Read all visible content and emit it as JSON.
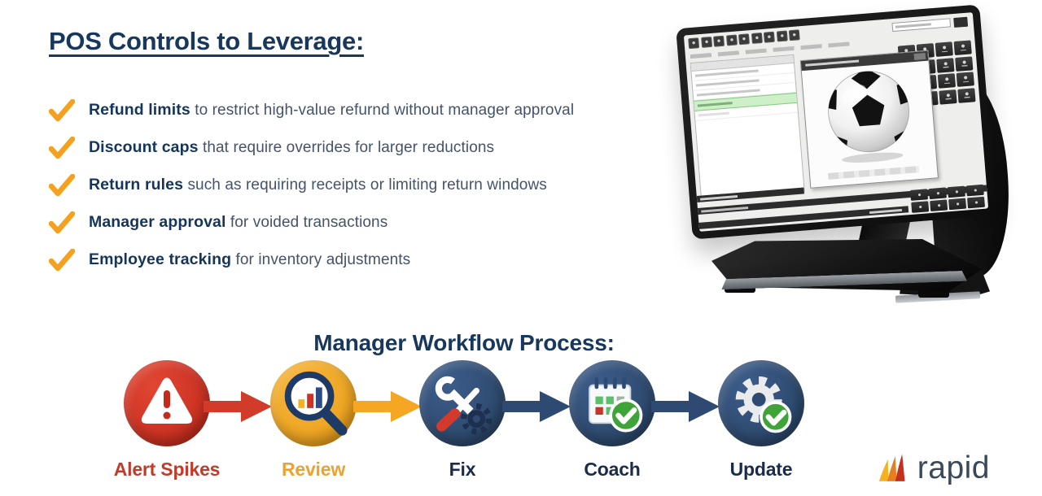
{
  "colors": {
    "heading_navy": "#17375C",
    "body_text": "#44536B",
    "check_orange": "#F5A01E",
    "alert_red_circle": "#C8301F",
    "review_orange_circle": "#EFA61F",
    "step_navy_circle": "#2E4A73",
    "badge_green": "#3FA437",
    "arrow_red": "#D13B2A",
    "arrow_orange": "#F5A623",
    "arrow_navy": "#2E4A73",
    "brand_text": "#39495B",
    "screen_highlight_row_green": "#CDF0C8"
  },
  "pos_controls": {
    "title": "POS Controls to Leverage:",
    "check_icon": "check-icon",
    "items": [
      {
        "bold": "Refund limits",
        "rest": " to restrict high-value refurnd without manager approval"
      },
      {
        "bold": "Discount caps",
        "rest": " that require overrides for larger reductions"
      },
      {
        "bold": "Return rules",
        "rest": " such as requiring receipts or limiting return windows"
      },
      {
        "bold": "Manager approval",
        "rest": " for voided transactions"
      },
      {
        "bold": "Employee tracking",
        "rest": " for inventory adjustments"
      }
    ]
  },
  "workflow": {
    "title": "Manager Workflow Process:",
    "steps": [
      {
        "label": "Alert Spikes",
        "icon": "warning-triangle-icon"
      },
      {
        "label": "Review",
        "icon": "magnifier-bar-chart-icon"
      },
      {
        "label": "Fix",
        "icon": "wrench-screwdriver-icon"
      },
      {
        "label": "Coach",
        "icon": "calendar-check-icon"
      },
      {
        "label": "Update",
        "icon": "gear-check-icon"
      }
    ]
  },
  "brand": {
    "name": "rapid"
  }
}
